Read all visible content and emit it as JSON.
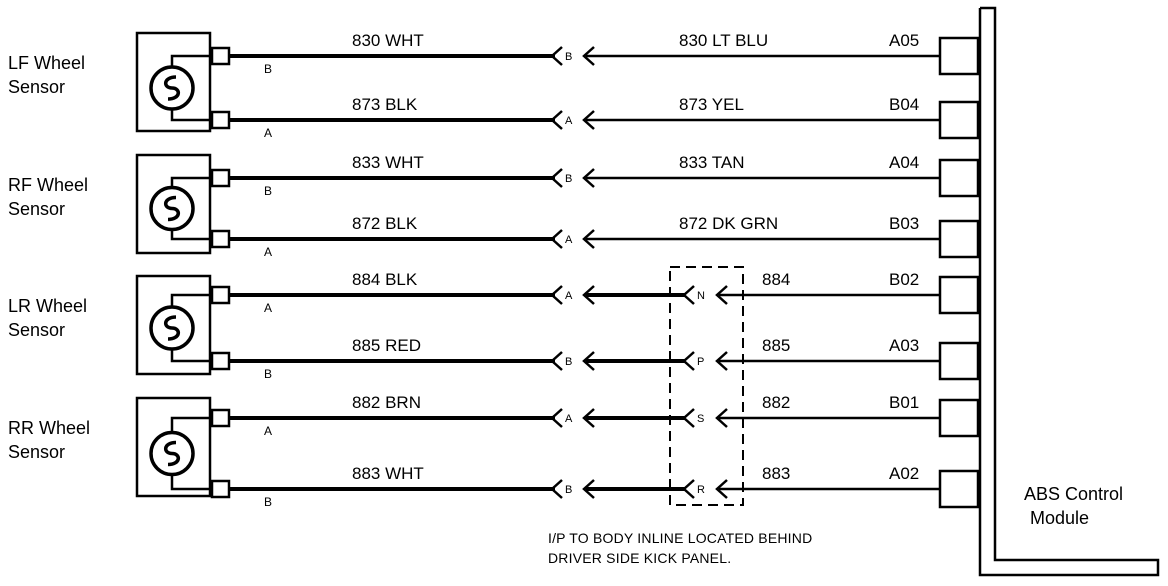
{
  "colors": {
    "ink": "#000000",
    "paper": "#ffffff"
  },
  "sensors": [
    {
      "name_line1": "LF Wheel",
      "name_line2": "Sensor",
      "wires": [
        {
          "pin": "B",
          "label": "830 WHT",
          "inline_pin": "B",
          "module_label": "830 LT BLU",
          "module_terminal": "A05"
        },
        {
          "pin": "A",
          "label": "873 BLK",
          "inline_pin": "A",
          "module_label": "873  YEL",
          "module_terminal": "B04"
        }
      ]
    },
    {
      "name_line1": "RF Wheel",
      "name_line2": "Sensor",
      "wires": [
        {
          "pin": "B",
          "label": "833 WHT",
          "inline_pin": "B",
          "module_label": "833 TAN",
          "module_terminal": "A04"
        },
        {
          "pin": "A",
          "label": "872 BLK",
          "inline_pin": "A",
          "module_label": "872 DK GRN",
          "module_terminal": "B03"
        }
      ]
    },
    {
      "name_line1": "LR Wheel",
      "name_line2": "Sensor",
      "wires": [
        {
          "pin": "A",
          "label": "884 BLK",
          "inline_pin": "A",
          "body_pin": "N",
          "module_label": "884",
          "module_terminal": "B02"
        },
        {
          "pin": "B",
          "label": "885 RED",
          "inline_pin": "B",
          "body_pin": "P",
          "module_label": "885",
          "module_terminal": "A03"
        }
      ]
    },
    {
      "name_line1": "RR Wheel",
      "name_line2": "Sensor",
      "wires": [
        {
          "pin": "A",
          "label": "882 BRN",
          "inline_pin": "A",
          "body_pin": "S",
          "module_label": "882",
          "module_terminal": "B01"
        },
        {
          "pin": "B",
          "label": "883 WHT",
          "inline_pin": "B",
          "body_pin": "R",
          "module_label": "883",
          "module_terminal": "A02"
        }
      ]
    }
  ],
  "inline_note": {
    "line1": "I/P TO BODY INLINE LOCATED BEHIND",
    "line2": "DRIVER SIDE KICK PANEL."
  },
  "module": {
    "name_line1": "ABS Control",
    "name_line2": "Module"
  }
}
